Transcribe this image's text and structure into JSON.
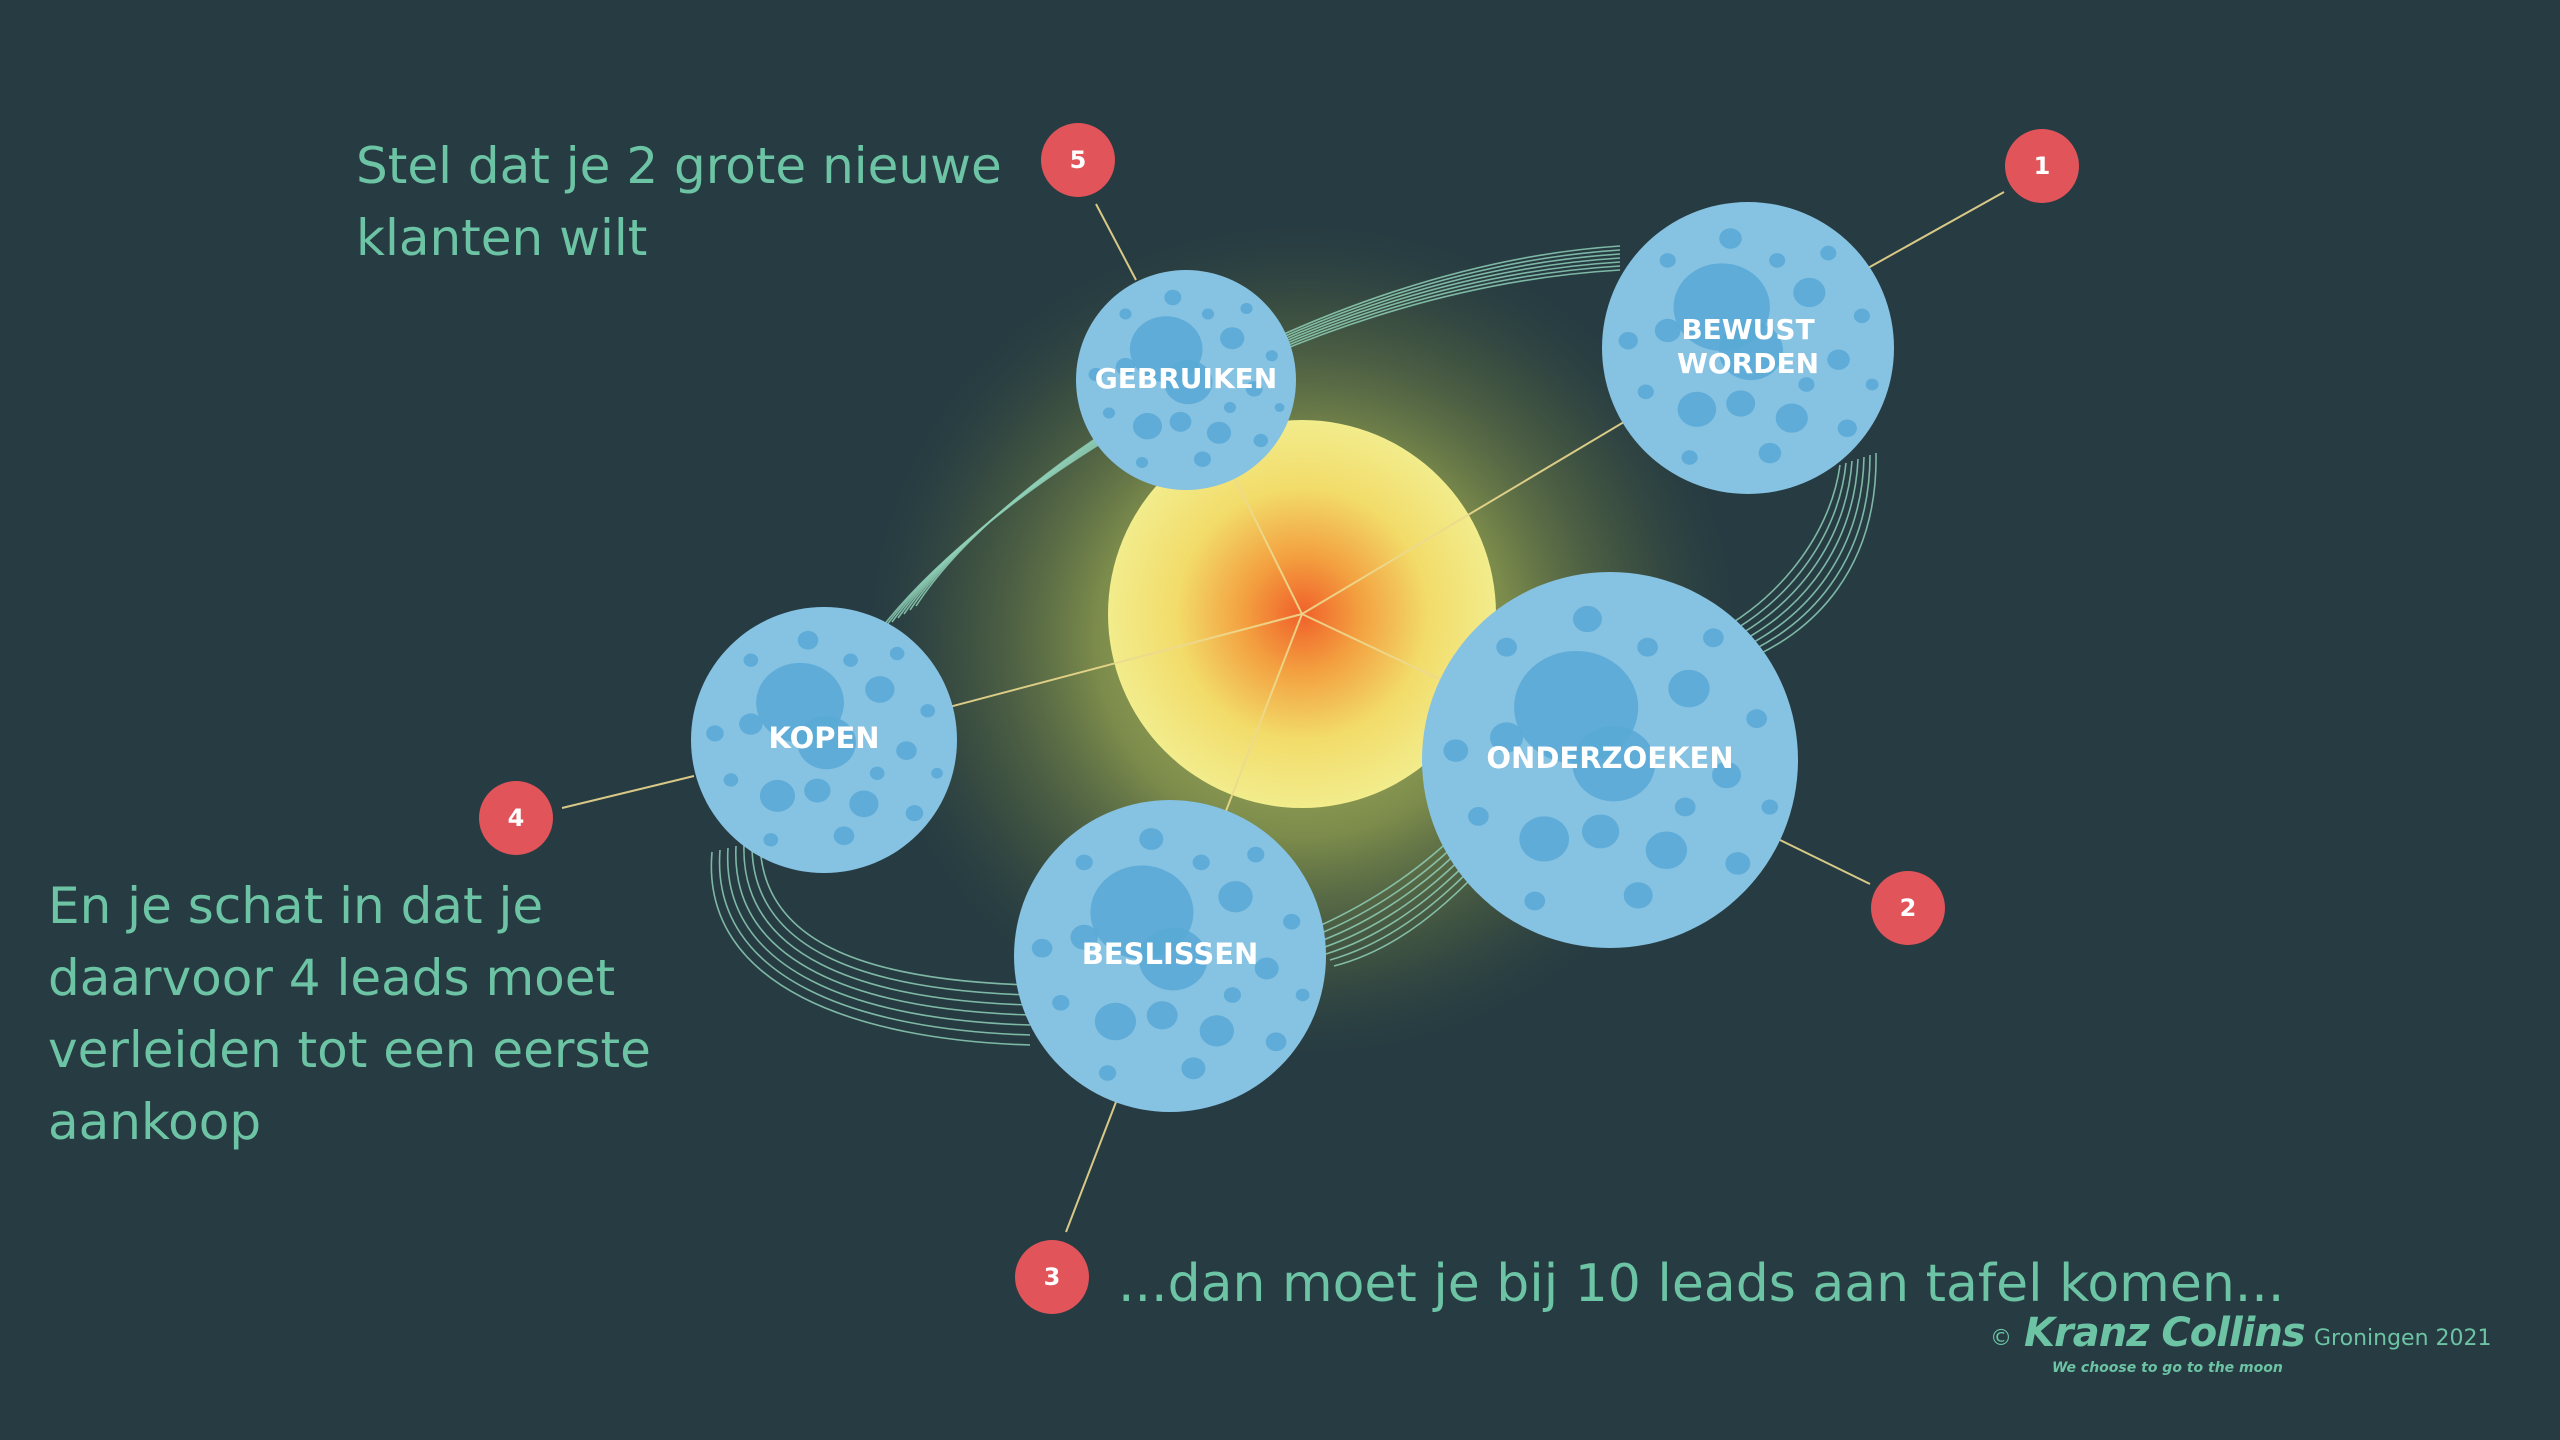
{
  "intro": "Stel dat je 2 grote nieuwe klanten wilt",
  "estimate": "En je schat in dat je daarvoor 4 leads moet verleiden tot een eerste aankoop",
  "conclusion": "...dan moet je bij 10 leads aan tafel komen...",
  "stages": [
    {
      "step": "1",
      "label_lines": [
        "BEWUST",
        "WORDEN"
      ]
    },
    {
      "step": "2",
      "label_lines": [
        "ONDERZOEKEN"
      ]
    },
    {
      "step": "3",
      "label_lines": [
        "BESLISSEN"
      ]
    },
    {
      "step": "4",
      "label_lines": [
        "KOPEN"
      ]
    },
    {
      "step": "5",
      "label_lines": [
        "GEBRUIKEN"
      ]
    }
  ],
  "footer": {
    "copyright": "©",
    "brand": "Kranz Collins",
    "tagline": "We choose to go to the moon",
    "location": "Groningen 2021"
  },
  "colors": {
    "background": "#263b42",
    "text": "#6cc4a4",
    "planet": "#86c2e2",
    "crater": "#5aaad6",
    "badge": "#e0545a",
    "connector": "#ecd98e",
    "orbit": "#8ecfb6",
    "sun_core": "#f0602a",
    "sun_edge": "#f2ec8c"
  },
  "icons": {
    "planet": "moon-icon",
    "sun": "sun-icon",
    "badge": "numbered-circle-icon"
  }
}
